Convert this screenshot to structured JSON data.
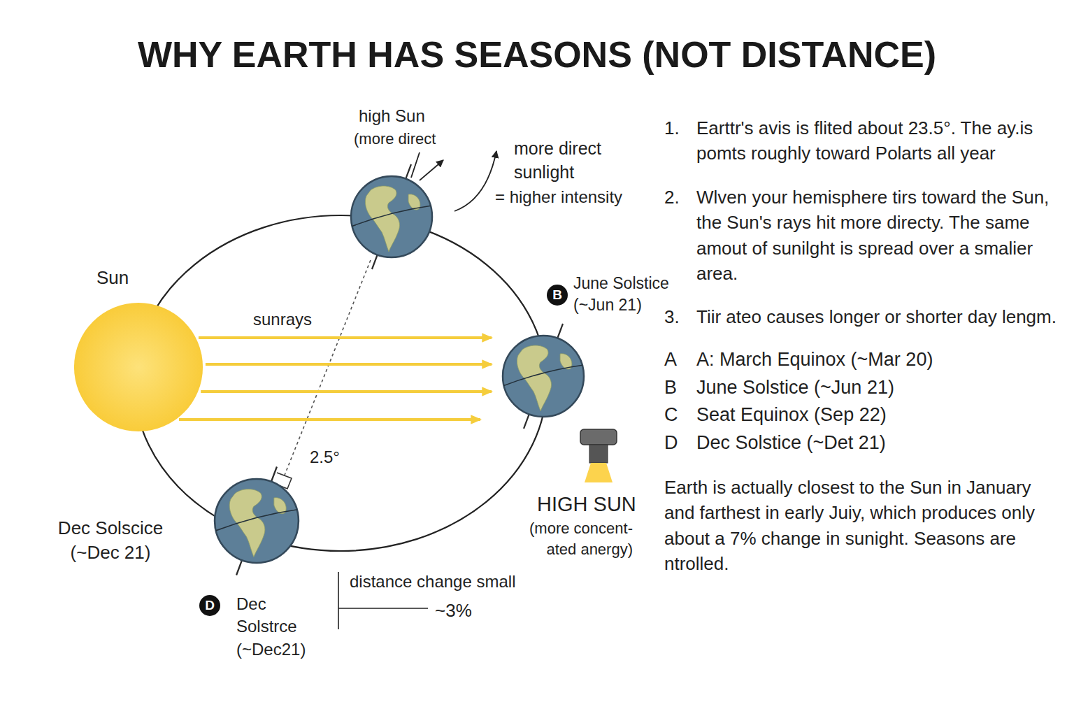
{
  "diagram": {
    "title": "WHY EARTH HAS SEASONS (NOT DISTANCE)",
    "nodes": [
      {
        "text": [
          "high Sun",
          "(more direct"
        ]
      },
      {
        "text": [
          "Sun"
        ]
      },
      {
        "text": [
          "B",
          "June Solstice (~Jun 21)"
        ]
      },
      {
        "text": [
          "Dec Solscice (~Dec 21)",
          "D",
          "Dec Solstrce (~Dec21)"
        ]
      }
    ],
    "edges": [
      {
        "from": 1,
        "to": 2,
        "arrow": "to"
      },
      {
        "from": 1,
        "to": 2,
        "arrow": "to"
      },
      {
        "from": 1,
        "to": 2,
        "arrow": "to"
      },
      {
        "from": 1,
        "to": 2,
        "arrow": "to"
      }
    ],
    "labels": [
      "more direct sunlight",
      "= higher intensity",
      "sunrays",
      "2.5°",
      "HIGH SUN",
      "(more concent- ated anergy)",
      "distance change small",
      "~3%",
      "1.",
      "Earttr's avis is flited about 23.5°. The ay.is pomts roughly toward Polarts all year",
      "2.",
      "Wlven your hemisphere tirs toward the Sun, the Sun's rays hit more directy. The same amout of sunilght is spread over a smalier area.",
      "3.",
      "Tiir ateo causes longer or shorter day lengm.",
      "A",
      "A: March Equinox (~Mar 20)",
      "B",
      "June Solstice (~Jun 21)",
      "C",
      "Seat Equinox (Sep 22)",
      "D",
      "Dec Solstice (~Det 21)",
      "Earth is actually closest to the Sun in January and farthest in early Juiy, which produces only about a 7% change in sunight. Seasons are ntrolled."
    ]
  }
}
